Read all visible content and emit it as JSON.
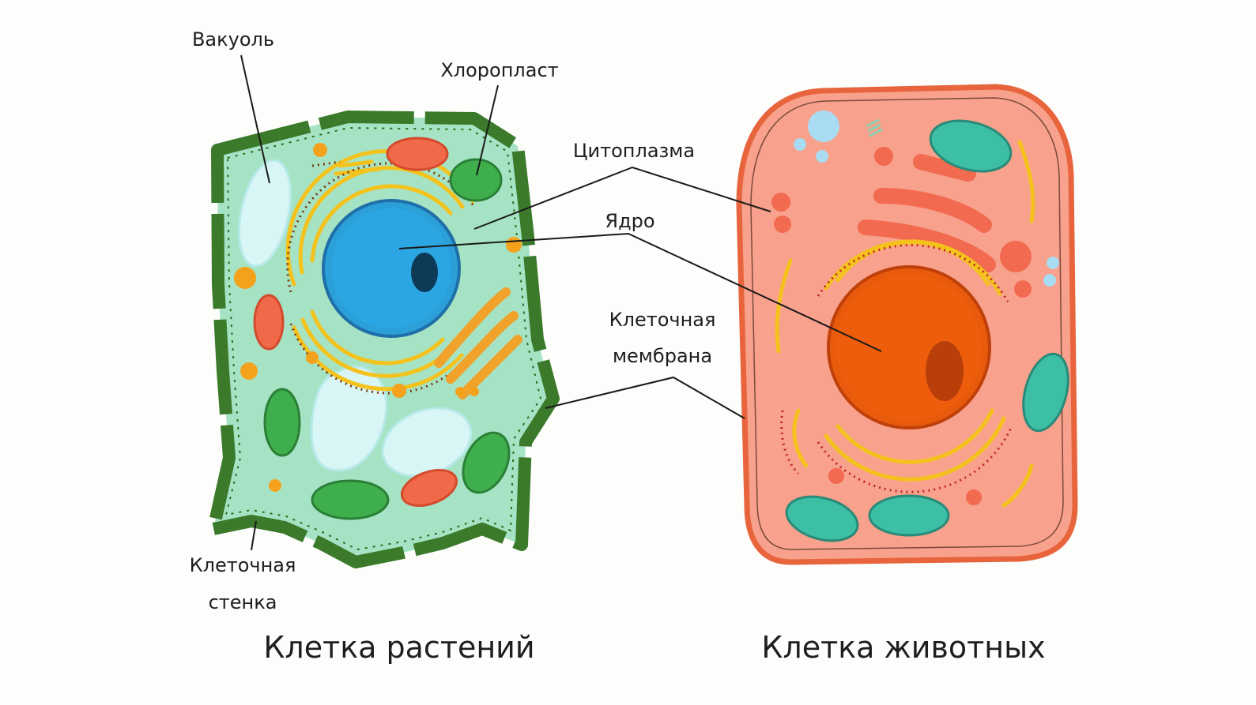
{
  "labels": {
    "vacuole": "Вакуоль",
    "chloroplast": "Хлоропласт",
    "cytoplasm": "Цитоплазма",
    "nucleus": "Ядро",
    "membrane_line1": "Клеточная",
    "membrane_line2": "мембрана",
    "wall_line1": "Клеточная",
    "wall_line2": "стенка"
  },
  "titles": {
    "plant": "Клетка растений",
    "animal": "Клетка животных"
  },
  "colors": {
    "plant_cytoplasm": "#a6e3c4",
    "plant_wall": "#3a7a2a",
    "plant_nucleus": "#2b9fd8",
    "chloroplast": "#3fae4c",
    "vacuole": "#d9f6f6",
    "animal_cytoplasm": "#f8a18c",
    "animal_membrane": "#e7643c",
    "animal_nucleus": "#e85a0c",
    "mitochondria_animal": "#3dbfa6",
    "mitochondria_plant": "#f06a4a",
    "er": "#f4c21c",
    "golgi_plant": "#f0a22a",
    "golgi_animal": "#f26a50"
  }
}
